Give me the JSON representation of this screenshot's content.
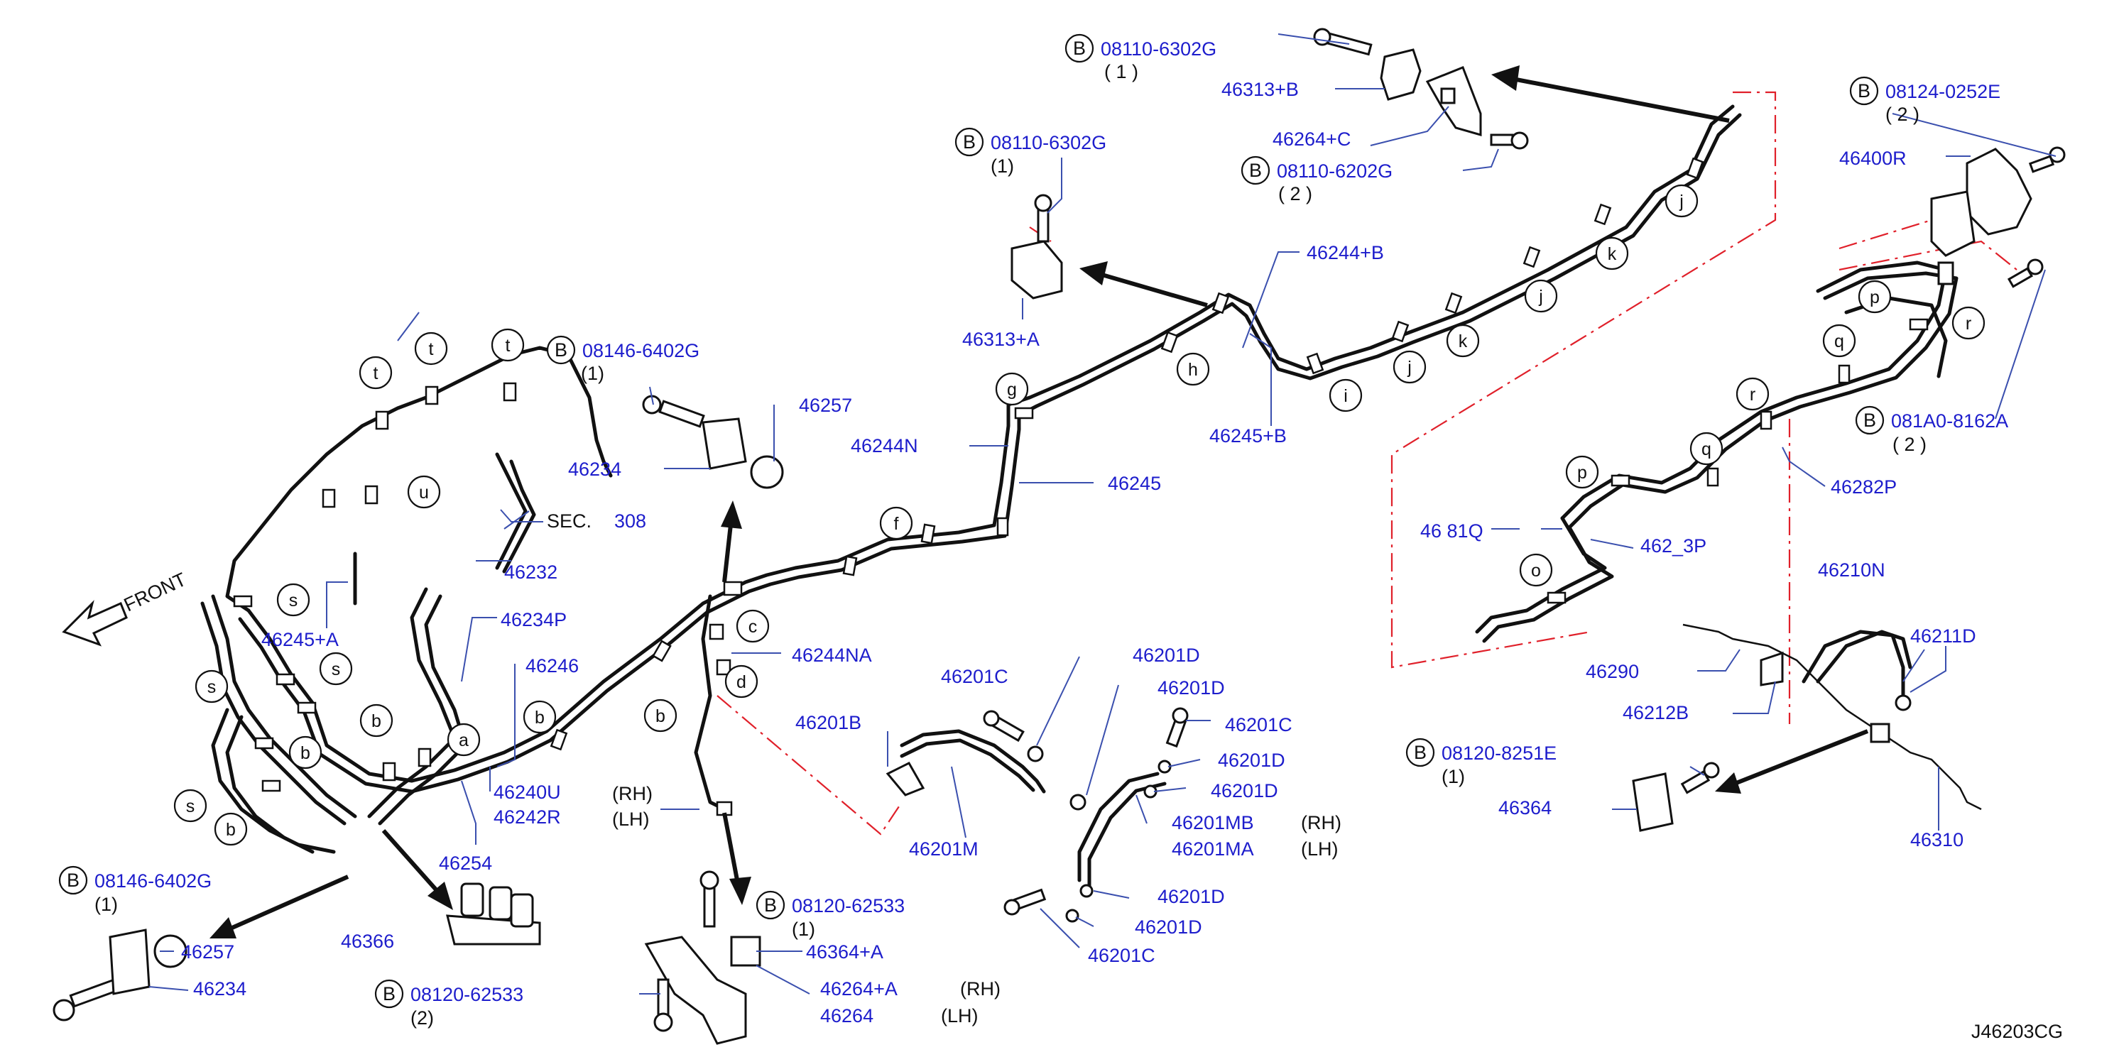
{
  "diagram": {
    "front_label": "FRONT",
    "diagram_code": "J46203CG",
    "bolt_refs": [
      {
        "symbol": "B",
        "code": "08110-6302G",
        "qty": "( 1 )"
      },
      {
        "symbol": "B",
        "code": "08110-6302G",
        "qty": "(1)"
      },
      {
        "symbol": "B",
        "code": "08110-6202G",
        "qty": "( 2 )"
      },
      {
        "symbol": "B",
        "code": "08124-0252E",
        "qty": "( 2 )"
      },
      {
        "symbol": "B",
        "code": "081A0-8162A",
        "qty": "( 2 )"
      },
      {
        "symbol": "B",
        "code": "08146-6402G",
        "qty": "(1)"
      },
      {
        "symbol": "B",
        "code": "08146-6402G",
        "qty": "(1)"
      },
      {
        "symbol": "B",
        "code": "08120-8251E",
        "qty": "(1)"
      },
      {
        "symbol": "B",
        "code": "08120-62533",
        "qty": "(1)"
      },
      {
        "symbol": "B",
        "code": "08120-62533",
        "qty": "(2)"
      }
    ],
    "part_numbers": {
      "p46313B": "46313+B",
      "p46264C": "46264+C",
      "p46313A": "46313+A",
      "p46244B": "46244+B",
      "p46245B": "46245+B",
      "p46400R": "46400R",
      "p46282P": "46282P",
      "p46257a": "46257",
      "p46234a": "46234",
      "p46244N": "46244N",
      "p46245": "46245",
      "p46232": "46232",
      "p46245A": "46245+A",
      "p46234P": "46234P",
      "p46246": "46246",
      "p46244NA": "46244NA",
      "p46240U": "46240U",
      "p46242R": "46242R",
      "p46254": "46254",
      "p46366": "46366",
      "p46257b": "46257",
      "p46234b": "46234",
      "p46364A": "46364+A",
      "p46264A": "46264+A",
      "p46264": "46264",
      "p46201C_1": "46201C",
      "p46201B": "46201B",
      "p46201M": "46201M",
      "p46201D_1": "46201D",
      "p46201D_2": "46201D",
      "p46201C_2": "46201C",
      "p46201D_3": "46201D",
      "p46201D_4": "46201D",
      "p46201MB": "46201MB",
      "p46201MA": "46201MA",
      "p46201D_5": "46201D",
      "p46201D_6": "46201D",
      "p46201C_3": "46201C",
      "p46281Q": "46 81Q",
      "p46283P": "462_3P",
      "p46210N": "46210N",
      "p46211D": "46211D",
      "p46290": "46290",
      "p46212B": "46212B",
      "p46364": "46364",
      "p46310": "46310"
    },
    "side_labels": {
      "rh_1": "(RH)",
      "lh_1": "(LH)",
      "rh_2": "(RH)",
      "lh_2": "(LH)",
      "rh_3": "(RH)",
      "lh_3": "(LH)"
    },
    "sec_ref": {
      "prefix": "SEC.",
      "number": "308"
    },
    "callout_letters": [
      "j",
      "k",
      "j",
      "k",
      "i",
      "j",
      "h",
      "g",
      "f",
      "c",
      "d",
      "b",
      "b",
      "a",
      "b",
      "b",
      "b",
      "s",
      "s",
      "s",
      "s",
      "t",
      "t",
      "t",
      "u",
      "p",
      "q",
      "r",
      "r",
      "q",
      "p",
      "o"
    ]
  }
}
